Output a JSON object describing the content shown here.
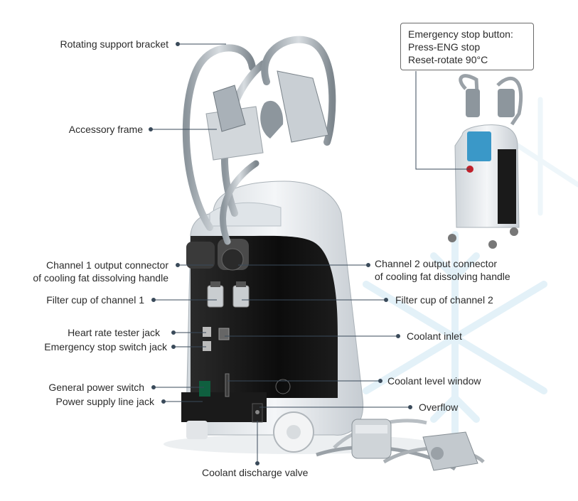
{
  "labels": {
    "rotating_bracket": "Rotating support bracket",
    "accessory_frame": "Accessory frame",
    "ch1_connector_l1": "Channel 1 output connector",
    "ch1_connector_l2": "of cooling fat dissolving handle",
    "ch2_connector_l1": "Channel 2 output connector",
    "ch2_connector_l2": "of cooling fat dissolving handle",
    "filter_cup_1": "Filter cup of channel 1",
    "filter_cup_2": "Filter cup of channel 2",
    "heart_rate_jack": "Heart rate tester jack",
    "emergency_jack": "Emergency stop switch jack",
    "coolant_inlet": "Coolant inlet",
    "general_power_switch": "General power switch",
    "power_supply_jack": "Power supply line jack",
    "coolant_level_window": "Coolant level window",
    "overflow": "Overflow",
    "coolant_discharge_valve": "Coolant discharge valve"
  },
  "callout": {
    "line1": "Emergency stop button:",
    "line2": "Press-ENG stop",
    "line3": "Reset-rotate 90°C"
  },
  "colors": {
    "text": "#2b2b2b",
    "leader_line": "#3a4a5a",
    "emergency_button": "#c0202a",
    "machine_body": "#e9ecef",
    "machine_panel": "#111111",
    "snowflake_watermark": "#e3f1f8"
  }
}
